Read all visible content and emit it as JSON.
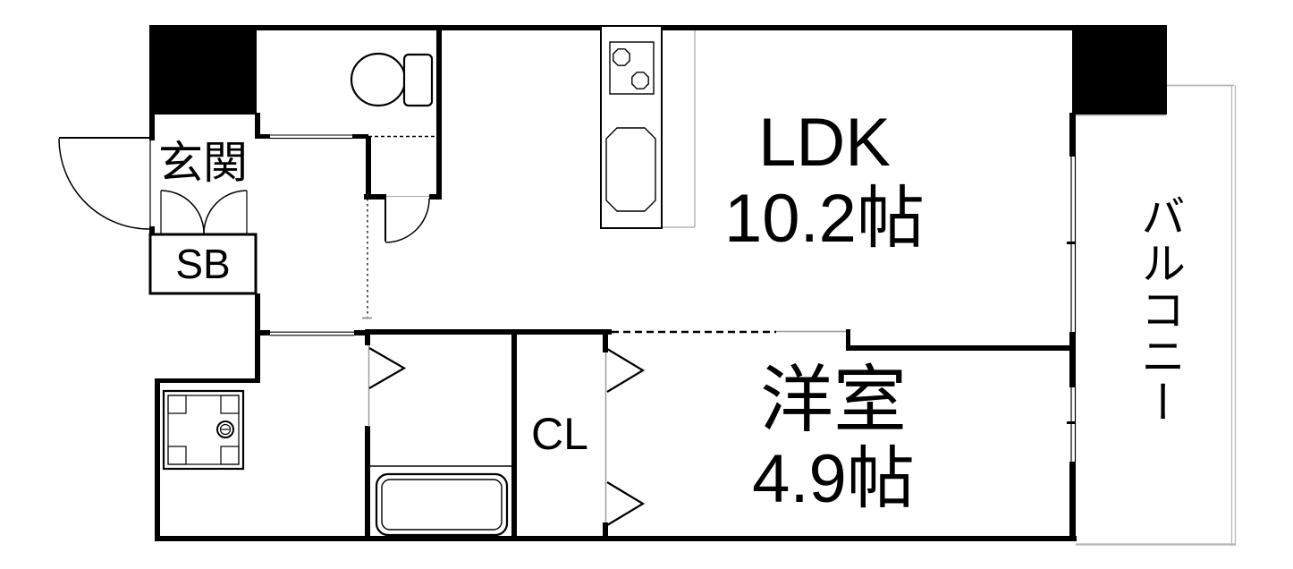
{
  "plan": {
    "title": "apartment floor plan",
    "colors": {
      "wall": "#000000",
      "background": "#ffffff",
      "light_line": "#b5b5b5",
      "door_line": "#999999"
    },
    "rooms": {
      "entrance": {
        "label": "玄関"
      },
      "shoe_box": {
        "label": "SB"
      },
      "ldk": {
        "label": "LDK",
        "size": "10.2帖"
      },
      "western_room": {
        "label": "洋室",
        "size": "4.9帖"
      },
      "closet": {
        "label": "CL"
      },
      "balcony": {
        "label": "バルコニー"
      }
    },
    "fixtures": [
      "entrance-door",
      "shoe-box-double-doors",
      "toilet",
      "kitchen-counter",
      "gas-stove",
      "kitchen-sink",
      "washing-machine-pan",
      "bathtub",
      "bathroom-folding-door",
      "closet-folding-doors",
      "sliding-doors",
      "balcony-windows"
    ]
  }
}
